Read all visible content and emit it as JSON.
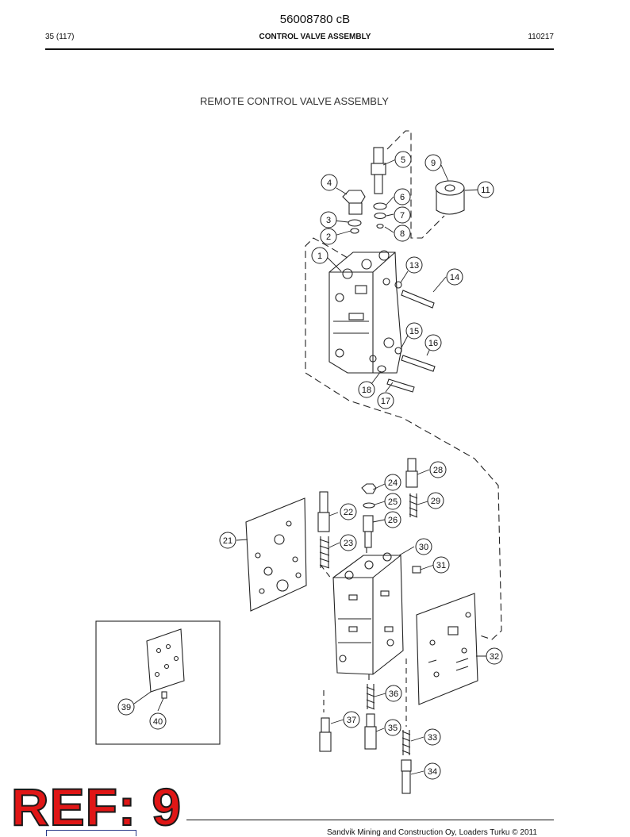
{
  "header": {
    "doc_number": "56008780 cB",
    "page": "35 (117)",
    "section_title": "CONTROL VALVE ASSEMBLY",
    "date_code": "110217"
  },
  "diagram": {
    "title": "REMOTE CONTROL VALVE ASSEMBLY",
    "callouts": [
      "1",
      "2",
      "3",
      "4",
      "5",
      "6",
      "7",
      "8",
      "9",
      "11",
      "13",
      "14",
      "15",
      "16",
      "17",
      "18",
      "21",
      "22",
      "23",
      "24",
      "25",
      "26",
      "28",
      "29",
      "30",
      "31",
      "32",
      "33",
      "34",
      "35",
      "36",
      "37",
      "39",
      "40"
    ]
  },
  "stamp": {
    "text": "REF: 9"
  },
  "footer": {
    "copyright": "Sandvik Mining and Construction Oy, Loaders Turku © 2011"
  },
  "colors": {
    "stamp_fill": "#e01616",
    "stamp_outline": "#1a1a1a",
    "logo": "#2a3a8a"
  }
}
